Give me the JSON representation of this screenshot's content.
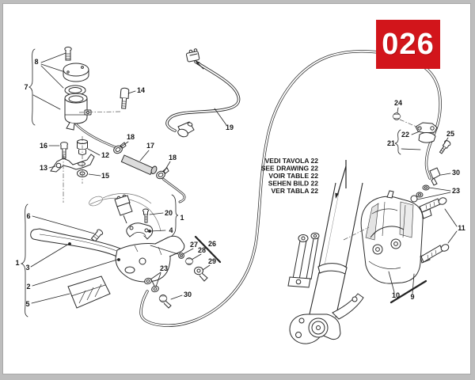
{
  "badge": {
    "text": "026",
    "bg": "#d2151b",
    "fg": "#ffffff"
  },
  "note_box": {
    "lines": [
      "VEDI TAVOLA 22",
      "SEE DRAWING 22",
      "VOIR TABLE 22",
      "SEHEN BILD 22",
      "VER TABLA 22"
    ]
  },
  "callouts": [
    "8",
    "7",
    "14",
    "16",
    "13",
    "12",
    "15",
    "18",
    "17",
    "18",
    "19",
    "6",
    "1",
    "3",
    "2",
    "5",
    "20",
    "1",
    "4",
    "27",
    "26",
    "28",
    "29",
    "23",
    "30",
    "24",
    "22",
    "21",
    "25",
    "30",
    "23",
    "11",
    "10",
    "9"
  ],
  "colors": {
    "line": "#2b2b2b",
    "badge_red": "#d2151b",
    "page_frame_gray": "#bdbdbd",
    "part_shade_gray": "#dcdcdc"
  }
}
